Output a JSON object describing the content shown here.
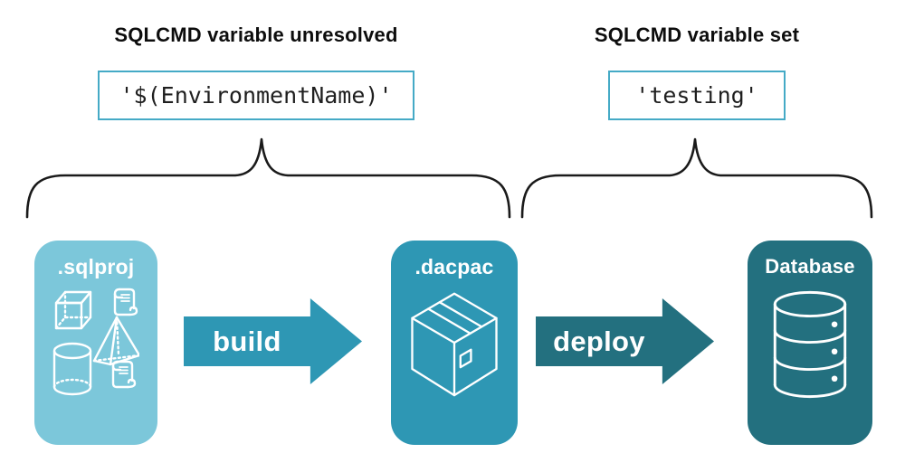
{
  "annotations": {
    "left": {
      "title": "SQLCMD variable unresolved",
      "code": "'$(EnvironmentName)'"
    },
    "right": {
      "title": "SQLCMD variable set",
      "code": "'testing'"
    }
  },
  "pipeline": {
    "stages": [
      {
        "label": ".sqlproj",
        "icon": "sql-project-objects-icon",
        "color": "#7cc7da"
      },
      {
        "label": ".dacpac",
        "icon": "package-box-icon",
        "color": "#2e97b4"
      },
      {
        "label": "Database",
        "icon": "database-cylinder-icon",
        "color": "#23707f"
      }
    ],
    "arrows": [
      {
        "label": "build",
        "color": "#2e97b4"
      },
      {
        "label": "deploy",
        "color": "#23707f"
      }
    ]
  },
  "colors": {
    "background": "#ffffff",
    "code_box_border": "#45aac6",
    "brace_stroke": "#1a1a1a",
    "heading_text": "#0d0d0d",
    "code_text": "#1f1f1f",
    "stage_text": "#ffffff"
  }
}
